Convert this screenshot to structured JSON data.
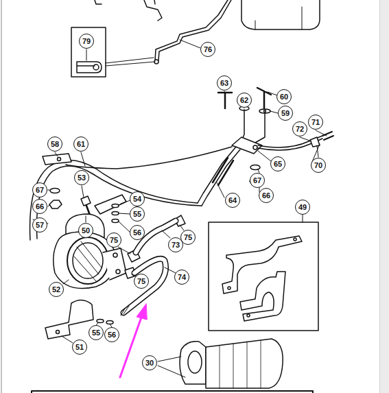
{
  "diagram": {
    "nodes": [
      {
        "text": [
          "79"
        ]
      },
      {
        "text": [
          "76"
        ]
      },
      {
        "text": [
          "63"
        ]
      },
      {
        "text": [
          "60"
        ]
      },
      {
        "text": [
          "62"
        ]
      },
      {
        "text": [
          "59"
        ]
      },
      {
        "text": [
          "71"
        ]
      },
      {
        "text": [
          "72"
        ]
      },
      {
        "text": [
          "58"
        ]
      },
      {
        "text": [
          "61"
        ]
      },
      {
        "text": [
          "70"
        ]
      },
      {
        "text": [
          "65"
        ]
      },
      {
        "text": [
          "67"
        ]
      },
      {
        "text": [
          "53"
        ]
      },
      {
        "text": [
          "67"
        ]
      },
      {
        "text": [
          "66"
        ]
      },
      {
        "text": [
          "54"
        ]
      },
      {
        "text": [
          "64"
        ]
      },
      {
        "text": [
          "66"
        ]
      },
      {
        "text": [
          "49"
        ]
      },
      {
        "text": [
          "55"
        ]
      },
      {
        "text": [
          "57"
        ]
      },
      {
        "text": [
          "56"
        ]
      },
      {
        "text": [
          "75"
        ]
      },
      {
        "text": [
          "50"
        ]
      },
      {
        "text": [
          "75"
        ]
      },
      {
        "text": [
          "73"
        ]
      },
      {
        "text": [
          "74"
        ]
      },
      {
        "text": [
          "75"
        ]
      },
      {
        "text": [
          "52"
        ]
      },
      {
        "text": [
          "55"
        ]
      },
      {
        "text": [
          "56"
        ]
      },
      {
        "text": [
          "51"
        ]
      },
      {
        "text": [
          "30"
        ]
      }
    ]
  }
}
